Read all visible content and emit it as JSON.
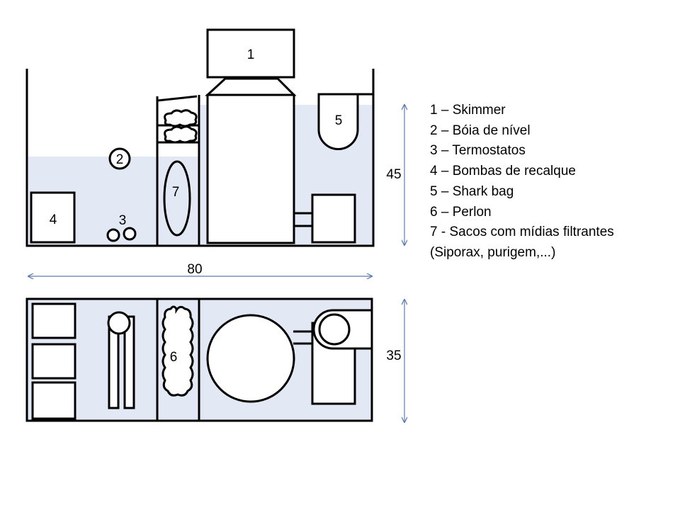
{
  "labels": {
    "n1": "1",
    "n2": "2",
    "n3": "3",
    "n4": "4",
    "n5": "5",
    "n6": "6",
    "n7": "7"
  },
  "dimensions": {
    "width": "80",
    "height": "45",
    "depth": "35"
  },
  "legend": [
    "1 – Skimmer",
    "2 – Bóia de nível",
    "3 – Termostatos",
    "4 – Bombas de recalque",
    "5 – Shark bag",
    "6 – Perlon",
    "7 - Sacos com mídias filtrantes",
    "(Siporax, purigem,...)"
  ],
  "colors": {
    "water": "#e3e9f4",
    "dimension_arrow": "#5b7bb5",
    "outline": "#000000"
  }
}
